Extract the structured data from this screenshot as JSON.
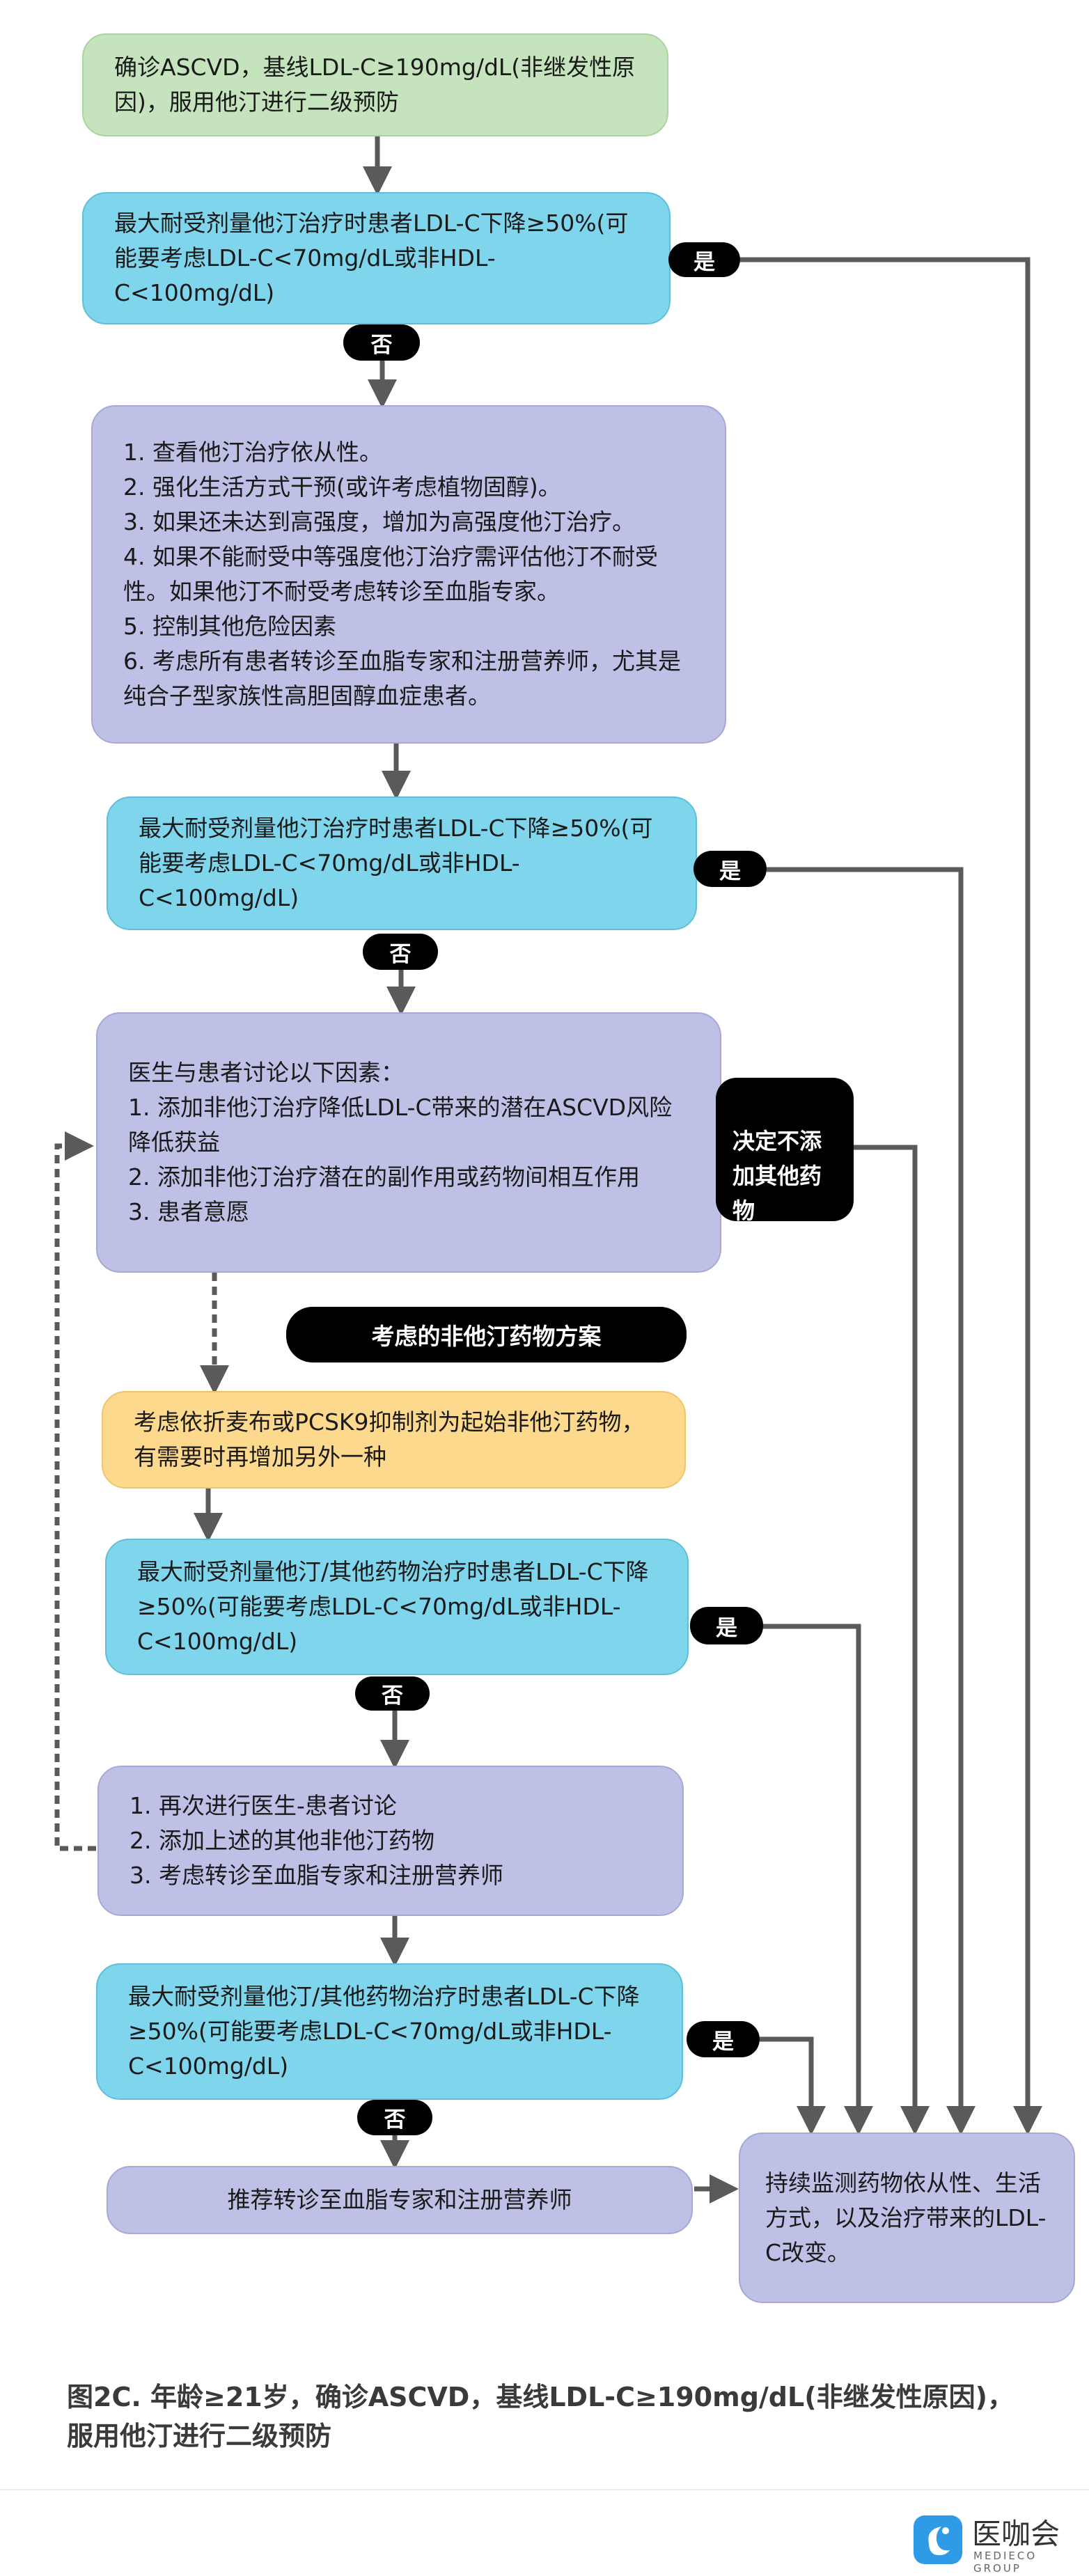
{
  "nodes": {
    "start": "确诊ASCVD，基线LDL-C≥190mg/dL(非继发性原因)，服用他汀进行二级预防",
    "check1": "最大耐受剂量他汀治疗时患者LDL-C下降≥50%(可能要考虑LDL-C<70mg/dL或非HDL-C<100mg/dL)",
    "actions1": "1. 查看他汀治疗依从性。\n2. 强化生活方式干预(或许考虑植物固醇)。\n3. 如果还未达到高强度，增加为高强度他汀治疗。\n4. 如果不能耐受中等强度他汀治疗需评估他汀不耐受性。如果他汀不耐受考虑转诊至血脂专家。\n5. 控制其他危险因素\n6. 考虑所有患者转诊至血脂专家和注册营养师，尤其是纯合子型家族性高胆固醇血症患者。",
    "check2": "最大耐受剂量他汀治疗时患者LDL-C下降≥50%(可能要考虑LDL-C<70mg/dL或非HDL-C<100mg/dL)",
    "discuss": "医生与患者讨论以下因素：\n1. 添加非他汀治疗降低LDL-C带来的潜在ASCVD风险降低获益\n2. 添加非他汀治疗潜在的副作用或药物间相互作用\n3. 患者意愿",
    "no_add": "决定不添\n加其他药\n物",
    "banner": "考虑的非他汀药物方案",
    "drug": "考虑依折麦布或PCSK9抑制剂为起始非他汀药物，有需要时再增加另外一种",
    "check3": "最大耐受剂量他汀/其他药物治疗时患者LDL-C下降≥50%(可能要考虑LDL-C<70mg/dL或非HDL-C<100mg/dL)",
    "actions2": "1. 再次进行医生-患者讨论\n2. 添加上述的其他非他汀药物\n3. 考虑转诊至血脂专家和注册营养师",
    "check4": "最大耐受剂量他汀/其他药物治疗时患者LDL-C下降≥50%(可能要考虑LDL-C<70mg/dL或非HDL-C<100mg/dL)",
    "refer": "推荐转诊至血脂专家和注册营养师",
    "monitor": "持续监测药物依从性、生活方式，以及治疗带来的LDL-C改变。"
  },
  "labels": {
    "yes": "是",
    "no": "否"
  },
  "caption": "图2C. 年龄≥21岁，确诊ASCVD，基线LDL-C≥190mg/dL(非继发性原因)，服用他汀进行二级预防",
  "brand": {
    "name": "医咖会",
    "sub": "MEDIECO GROUP"
  },
  "colors": {
    "green": "#c5e4bd",
    "blue": "#7fd5ec",
    "purple": "#bfc0e6",
    "yellow": "#fcd98c",
    "line": "#5a5a5a"
  }
}
